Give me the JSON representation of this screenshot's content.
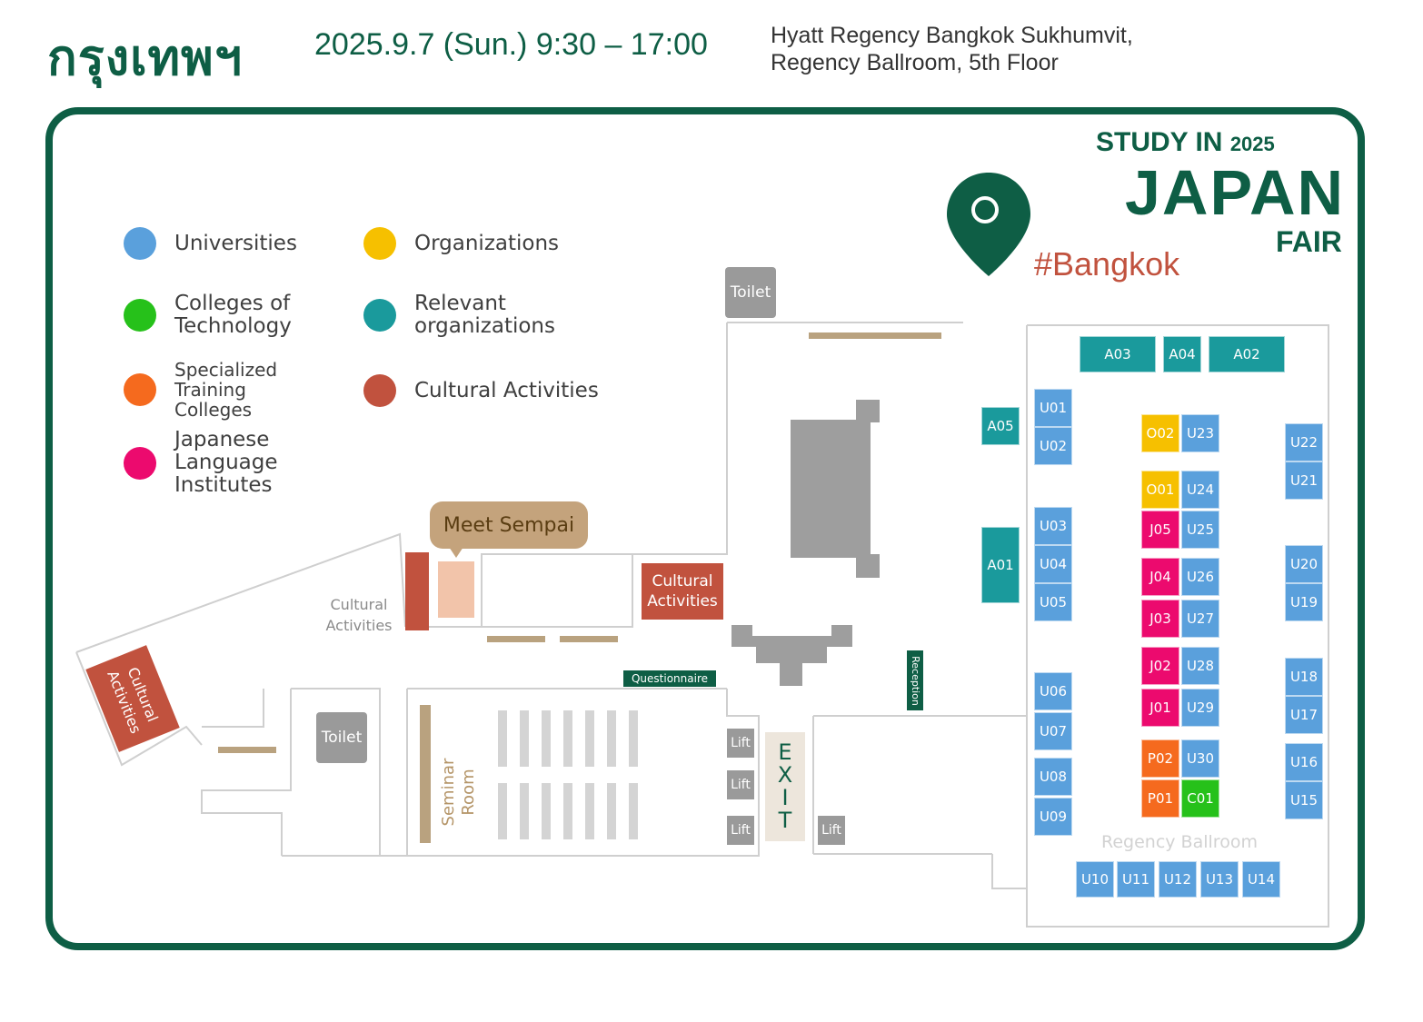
{
  "header": {
    "city": "กรุงเทพฯ",
    "date_time": "2025.9.7 (Sun.) 9:30 – 17:00",
    "venue_line1": "Hyatt Regency Bangkok Sukhumvit,",
    "venue_line2": "Regency Ballroom, 5th Floor"
  },
  "logo": {
    "study_in": "STUDY IN",
    "year": "2025",
    "japan": "JAPAN",
    "fair": "FAIR",
    "hashtag": "#Bangkok"
  },
  "legend": [
    {
      "label": "Universities",
      "color": "#5aa0dc"
    },
    {
      "label": "Organizations",
      "color": "#f6c000"
    },
    {
      "label": "Colleges of\nTechnology",
      "color": "#26c11a"
    },
    {
      "label": "Relevant\norganizations",
      "color": "#1a9a9c"
    },
    {
      "label": "Specialized\nTraining\nColleges",
      "color": "#f56a1e"
    },
    {
      "label": "Cultural Activities",
      "color": "#c1523e"
    },
    {
      "label": "Japanese\nLanguage\nInstitutes",
      "color": "#ec0a6e"
    }
  ],
  "labels": {
    "toilet": "Toilet",
    "lift": "Lift",
    "exit_letters": [
      "E",
      "X",
      "I",
      "T"
    ],
    "meet_sempai": "Meet Sempai",
    "cultural_activities": "Cultural\nActivities",
    "cultural_activities_plain": "Cultural\nActivities",
    "questionnaire": "Questionnaire",
    "reception": "Reception",
    "seminar_room": "Seminar\nRoom",
    "regency_ballroom": "Regency Ballroom"
  },
  "booths": {
    "relevant": [
      "A03",
      "A04",
      "A02",
      "A05",
      "A01"
    ],
    "universities_left": [
      "U01",
      "U02",
      "U03",
      "U04",
      "U05",
      "U06",
      "U07",
      "U08",
      "U09"
    ],
    "universities_bottom": [
      "U10",
      "U11",
      "U12",
      "U13",
      "U14"
    ],
    "universities_right": [
      "U22",
      "U21",
      "U20",
      "U19",
      "U18",
      "U17",
      "U16",
      "U15"
    ],
    "universities_center": [
      "U23",
      "U24",
      "U25",
      "U26",
      "U27",
      "U28",
      "U29",
      "U30"
    ],
    "organizations": [
      "O02",
      "O01"
    ],
    "japanese_language": [
      "J05",
      "J04",
      "J03",
      "J02",
      "J01"
    ],
    "specialized": [
      "P02",
      "P01"
    ],
    "colleges_technology": [
      "C01"
    ]
  },
  "colors": {
    "brand_green": "#0e5e45",
    "bangkok_red": "#c1523e",
    "frame": "#0e5e45"
  }
}
